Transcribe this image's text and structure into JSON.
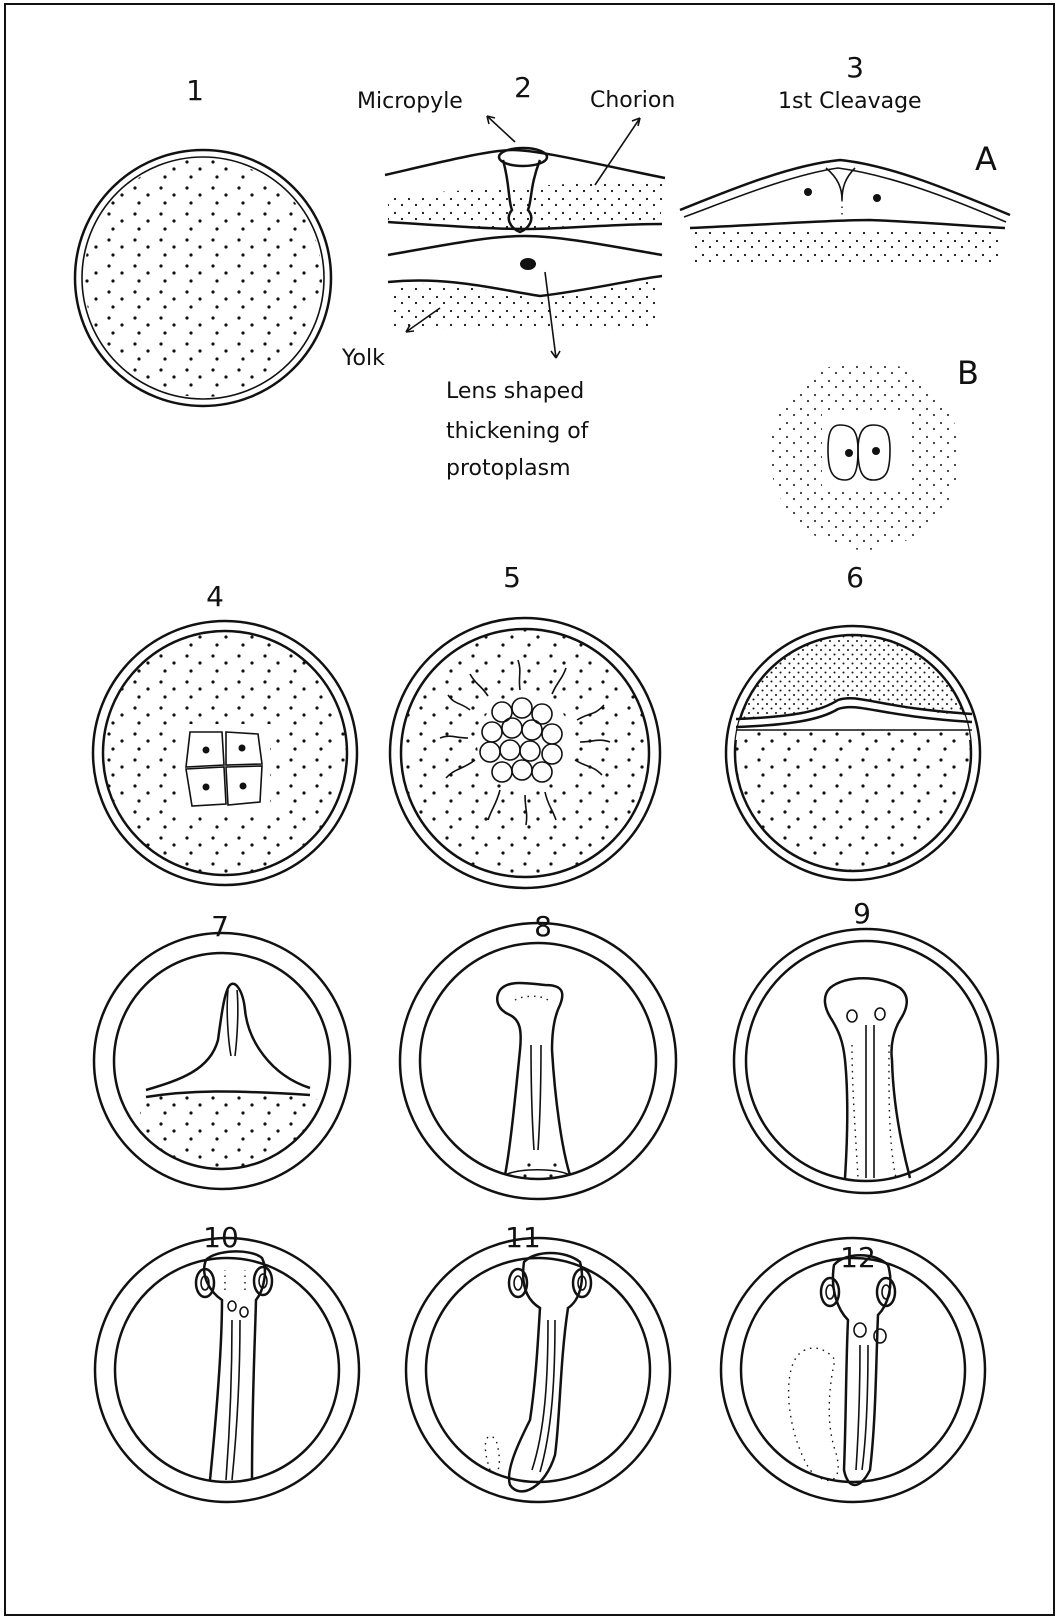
{
  "figure_numbers": [
    "1",
    "2",
    "3",
    "4",
    "5",
    "6",
    "7",
    "8",
    "9",
    "10",
    "11",
    "12"
  ],
  "labels": {
    "micropyle": "Micropyle",
    "chorion": "Chorion",
    "first_cleavage": "1st Cleavage",
    "yolk": "Yolk",
    "lens_line1": "Lens shaped",
    "lens_line2": "thickening of",
    "lens_line3": "protoplasm",
    "panel_a": "A",
    "panel_b": "B"
  },
  "colors": {
    "ink": "#111111",
    "paper": "#ffffff"
  }
}
